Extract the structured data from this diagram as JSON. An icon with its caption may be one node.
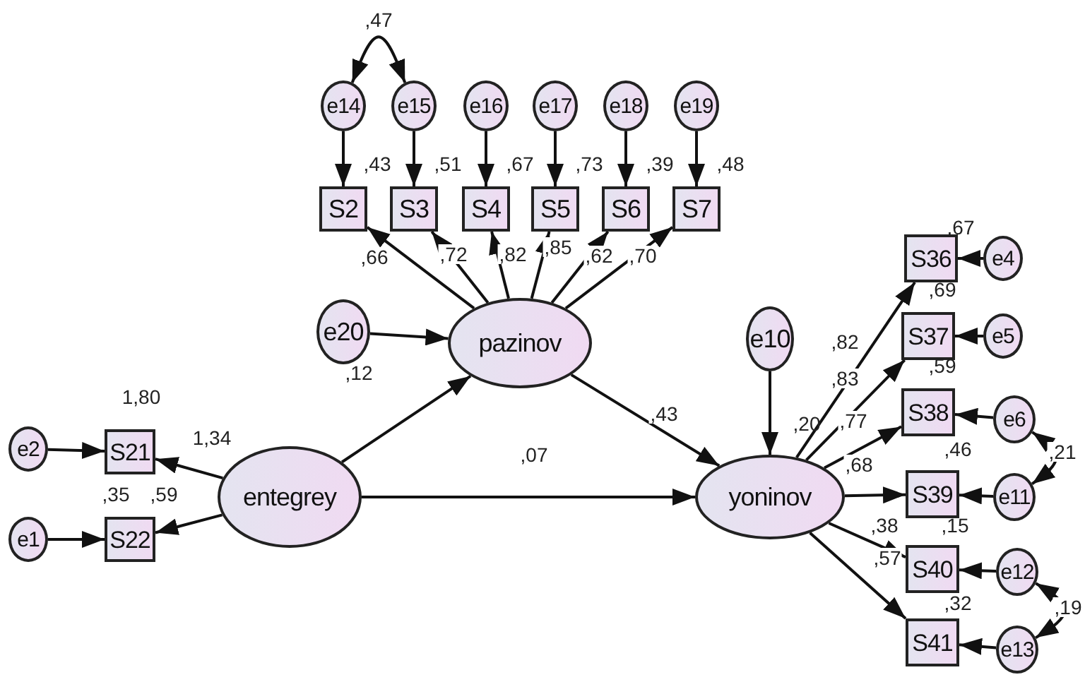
{
  "diagram": {
    "nodes": [
      {
        "text": [
          "e14"
        ]
      },
      {
        "text": [
          "e15"
        ]
      },
      {
        "text": [
          "e16"
        ]
      },
      {
        "text": [
          "e17"
        ]
      },
      {
        "text": [
          "e18"
        ]
      },
      {
        "text": [
          "e19"
        ]
      },
      {
        "text": [
          "S2"
        ],
        "beside": [
          ",43"
        ]
      },
      {
        "text": [
          "S3"
        ],
        "beside": [
          ",51"
        ]
      },
      {
        "text": [
          "S4"
        ],
        "beside": [
          ",67"
        ]
      },
      {
        "text": [
          "S5"
        ],
        "beside": [
          ",73"
        ]
      },
      {
        "text": [
          "S6"
        ],
        "beside": [
          ",39"
        ]
      },
      {
        "text": [
          "S7"
        ],
        "beside": [
          ",48"
        ]
      },
      {
        "text": [
          "e20"
        ]
      },
      {
        "text": [
          "pazinov"
        ]
      },
      {
        "text": [
          "S36"
        ],
        "beside": [
          ",67"
        ]
      },
      {
        "text": [
          "e4"
        ]
      },
      {
        "text": [
          "S37"
        ]
      },
      {
        "text": [
          "e5"
        ]
      },
      {
        "text": [
          "e10"
        ]
      },
      {
        "text": [
          "S38"
        ]
      },
      {
        "text": [
          "e6"
        ]
      },
      {
        "text": [
          "e2"
        ]
      },
      {
        "text": [
          "S21"
        ],
        "beside": [
          "1,80"
        ]
      },
      {
        "text": [
          "entegrey"
        ]
      },
      {
        "text": [
          "yoninov"
        ],
        "beside": [
          ",20"
        ]
      },
      {
        "text": [
          "S39"
        ],
        "beside": [
          ",46"
        ]
      },
      {
        "text": [
          "e11"
        ]
      },
      {
        "text": [
          "e1"
        ]
      },
      {
        "text": [
          "S22"
        ],
        "beside": [
          ",35"
        ]
      },
      {
        "text": [
          "S40"
        ],
        "beside": [
          ",15"
        ]
      },
      {
        "text": [
          "e12"
        ]
      },
      {
        "text": [
          "S41"
        ],
        "beside": [
          ",32"
        ]
      },
      {
        "text": [
          "e13"
        ]
      }
    ],
    "edges": [
      {
        "from": 0,
        "to": 6,
        "arrow": "to"
      },
      {
        "from": 1,
        "to": 7,
        "arrow": "to"
      },
      {
        "from": 2,
        "to": 8,
        "arrow": "to"
      },
      {
        "from": 3,
        "to": 9,
        "arrow": "to"
      },
      {
        "from": 4,
        "to": 10,
        "arrow": "to"
      },
      {
        "from": 5,
        "to": 11,
        "arrow": "to"
      },
      {
        "from": 0,
        "to": 1,
        "arrow": "both",
        "label": ",47"
      },
      {
        "from": 13,
        "to": 6,
        "arrow": "to",
        "label": ",66"
      },
      {
        "from": 13,
        "to": 7,
        "arrow": "to",
        "label": ",72"
      },
      {
        "from": 13,
        "to": 8,
        "arrow": "to",
        "label": ",82"
      },
      {
        "from": 13,
        "to": 9,
        "arrow": "to",
        "label": ",85"
      },
      {
        "from": 13,
        "to": 10,
        "arrow": "to",
        "label": ",62"
      },
      {
        "from": 13,
        "to": 11,
        "arrow": "to",
        "label": ",70"
      },
      {
        "from": 12,
        "to": 13,
        "arrow": "to"
      },
      {
        "from": 23,
        "to": 13,
        "arrow": "to"
      },
      {
        "from": 13,
        "to": 24,
        "arrow": "to",
        "label": ",43"
      },
      {
        "from": 23,
        "to": 24,
        "arrow": "to",
        "label": ",07"
      },
      {
        "from": 23,
        "to": 22,
        "arrow": "to",
        "label": "1,34"
      },
      {
        "from": 23,
        "to": 28,
        "arrow": "to",
        "label": ",59"
      },
      {
        "from": 21,
        "to": 22,
        "arrow": "to"
      },
      {
        "from": 27,
        "to": 28,
        "arrow": "to"
      },
      {
        "from": 18,
        "to": 24,
        "arrow": "to"
      },
      {
        "from": 24,
        "to": 14,
        "arrow": "to",
        "label": ",82"
      },
      {
        "from": 24,
        "to": 16,
        "arrow": "to",
        "label": ",83"
      },
      {
        "from": 24,
        "to": 19,
        "arrow": "to",
        "label": ",77"
      },
      {
        "from": 24,
        "to": 25,
        "arrow": "to",
        "label": ",68"
      },
      {
        "from": 24,
        "to": 29,
        "arrow": "to",
        "label": ",38"
      },
      {
        "from": 24,
        "to": 31,
        "arrow": "to",
        "label": ",57"
      },
      {
        "from": 15,
        "to": 14,
        "arrow": "to"
      },
      {
        "from": 17,
        "to": 16,
        "arrow": "to"
      },
      {
        "from": 20,
        "to": 19,
        "arrow": "to"
      },
      {
        "from": 26,
        "to": 25,
        "arrow": "to"
      },
      {
        "from": 30,
        "to": 29,
        "arrow": "to"
      },
      {
        "from": 32,
        "to": 31,
        "arrow": "to"
      },
      {
        "from": 20,
        "to": 26,
        "arrow": "both",
        "label": ",21"
      },
      {
        "from": 30,
        "to": 32,
        "arrow": "both",
        "label": ",19"
      }
    ],
    "labels": [
      ",12",
      ",69",
      ",59"
    ]
  }
}
